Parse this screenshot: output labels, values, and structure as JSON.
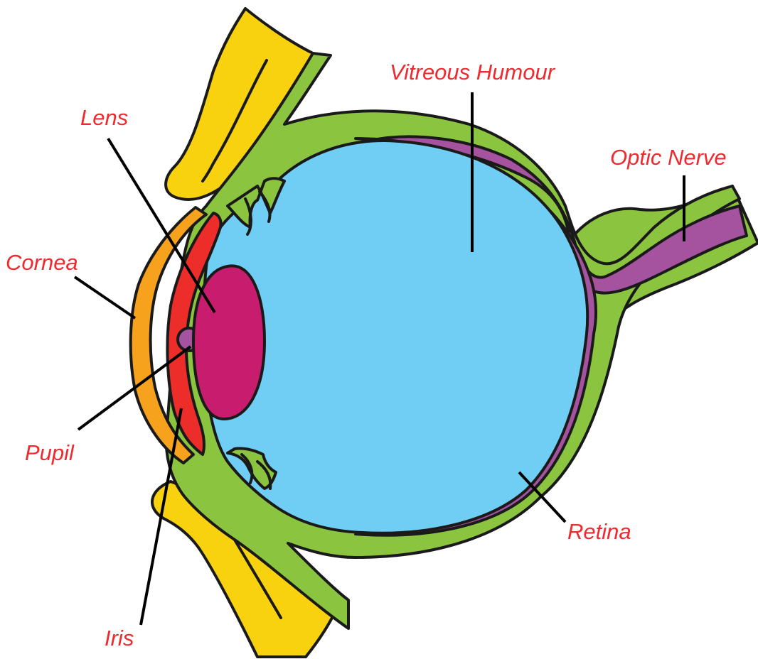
{
  "labels": {
    "vitreous_humour": "Vitreous Humour",
    "lens": "Lens",
    "optic_nerve": "Optic Nerve",
    "cornea": "Cornea",
    "pupil": "Pupil",
    "retina": "Retina",
    "iris": "Iris"
  },
  "colors": {
    "label_text": "#ee2a2f",
    "sclera": "#8bc43f",
    "vitreous_humour": "#70cdf4",
    "retina": "#a5539f",
    "lens": "#c81c6e",
    "iris": "#ec2d2a",
    "cornea": "#f7a21c",
    "eyelid": "#f9d20f",
    "leader_line": "#000000"
  }
}
